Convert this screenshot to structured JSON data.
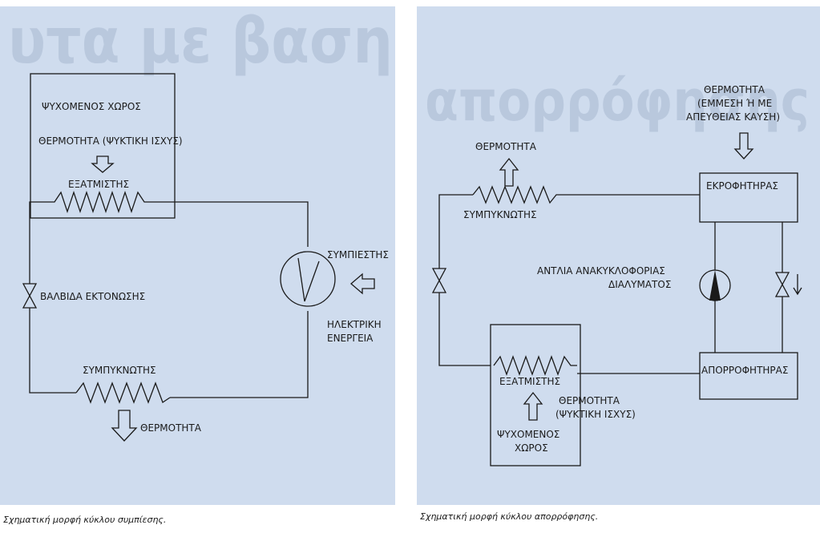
{
  "background_text": {
    "left": "υτα με βαση",
    "right": "απορρόφησης"
  },
  "left_diagram": {
    "cooled_space": "ΨΥΧΟΜΕΝΟΣ ΧΩΡΟΣ",
    "heat_in": "ΘΕΡΜΟΤΗΤΑ  (ΨΥΚΤΙΚΗ ΙΣΧΥΣ)",
    "evaporator": "ΕΞΑΤΜΙΣΤΗΣ",
    "compressor": "ΣΥΜΠΙΕΣΤΗΣ",
    "electric_energy_line1": "ΗΛΕΚΤΡΙΚΗ",
    "electric_energy_line2": "ΕΝΕΡΓΕΙΑ",
    "expansion_valve": "ΒΑΛΒΙΔΑ ΕΚΤΟΝΩΣΗΣ",
    "condenser": "ΣΥΜΠΥΚΝΩΤΗΣ",
    "heat_out": "ΘΕΡΜΟΤΗΤΑ",
    "caption": "Σχηματική μορφή κύκλου συμπίεσης."
  },
  "right_diagram": {
    "heat_in_line1": "ΘΕΡΜΟΤΗΤΑ",
    "heat_in_line2": "(ΕΜΜΕΣΗ Ή ΜΕ",
    "heat_in_line3": "ΑΠΕΥΘΕΙΑΣ ΚΑΥΣΗ)",
    "generator": "ΕΚΡΟΦΗΤΗΡΑΣ",
    "heat_out": "ΘΕΡΜΟΤΗΤΑ",
    "condenser": "ΣΥΜΠΥΚΝΩΤΗΣ",
    "pump_line1": "ΑΝΤΛΙΑ ΑΝΑΚΥΚΛΟΦΟΡΙΑΣ",
    "pump_line2": "ΔΙΑΛΥΜΑΤΟΣ",
    "absorber": "ΑΠΟΡΡΟΦΗΤΗΡΑΣ",
    "evaporator": "ΕΞΑΤΜΙΣΤΗΣ",
    "heat_cooling_line1": "ΘΕΡΜΟΤΗΤΑ",
    "heat_cooling_line2": "(ΨΥΚΤΙΚΗ ΙΣΧΥΣ)",
    "cooled_space_line1": "ΨΥΧΟΜΕΝΟΣ",
    "cooled_space_line2": "ΧΩΡΟΣ",
    "caption": "Σχηματική μορφή κύκλου απορρόφησης."
  }
}
